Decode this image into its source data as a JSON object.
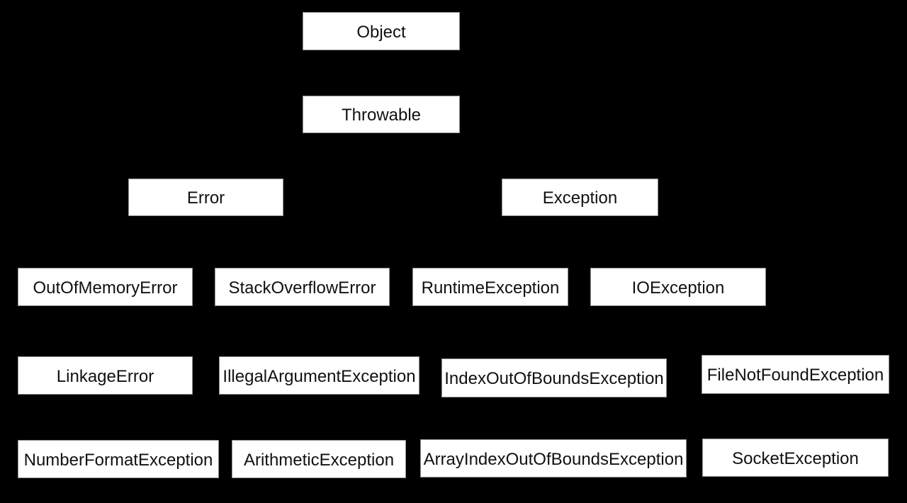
{
  "diagram": {
    "background_color": "#000000",
    "node_fill_color": "#ffffff",
    "node_border_color": "#8f8f8f",
    "node_text_color": "#111111",
    "connectors_visible": false,
    "levels": [
      {
        "nodes": [
          {
            "id": "object",
            "label": "Object"
          }
        ]
      },
      {
        "nodes": [
          {
            "id": "throwable",
            "label": "Throwable"
          }
        ]
      },
      {
        "nodes": [
          {
            "id": "error",
            "label": "Error"
          },
          {
            "id": "exception",
            "label": "Exception"
          }
        ]
      },
      {
        "nodes": [
          {
            "id": "out-of-memory-error",
            "label": "OutOfMemoryError"
          },
          {
            "id": "stack-overflow-error",
            "label": "StackOverflowError"
          },
          {
            "id": "runtime-exception",
            "label": "RuntimeException"
          },
          {
            "id": "io-exception",
            "label": "IOException"
          }
        ]
      },
      {
        "nodes": [
          {
            "id": "linkage-error",
            "label": "LinkageError"
          },
          {
            "id": "illegal-argument-exception",
            "label": "IllegalArgumentException"
          },
          {
            "id": "index-out-of-bounds-exception",
            "label": "IndexOutOfBoundsException"
          },
          {
            "id": "file-not-found-exception",
            "label": "FileNotFoundException"
          }
        ]
      },
      {
        "nodes": [
          {
            "id": "number-format-exception",
            "label": "NumberFormatException"
          },
          {
            "id": "arithmetic-exception",
            "label": "ArithmeticException"
          },
          {
            "id": "array-index-out-of-bounds-exception",
            "label": "ArrayIndexOutOfBoundsException"
          },
          {
            "id": "socket-exception",
            "label": "SocketException"
          }
        ]
      }
    ]
  }
}
